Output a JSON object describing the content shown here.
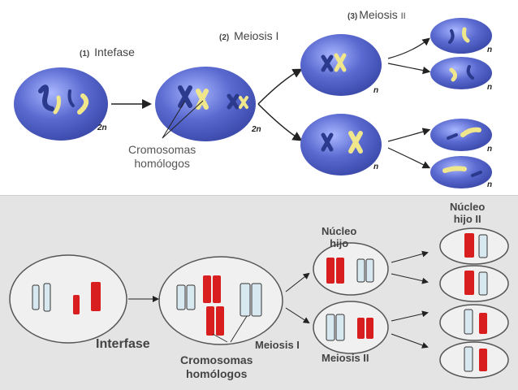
{
  "top": {
    "step1_num": "(1)",
    "step1_label": "Intefase",
    "step2_num": "(2)",
    "step2_label": "Meiosis I",
    "step3_num": "(3)",
    "step3_label": "Meiosis",
    "step3_suffix": "II",
    "ploidy_2n": "2n",
    "ploidy_n": "n",
    "homologous_line1": "Cromosomas",
    "homologous_line2": "homólogos"
  },
  "bottom": {
    "interphase": "Interfase",
    "daughter_nucleus_line1": "Núcleo",
    "daughter_nucleus_line2": "hijo",
    "daughter_nucleus2_line1": "Núcleo",
    "daughter_nucleus2_line2": "hijo II",
    "meiosis1": "Meiosis I",
    "meiosis2": "Meiosis II",
    "homologous_line1": "Cromosomas",
    "homologous_line2": "homólogos"
  },
  "colors": {
    "cell_blue": "#4f5fc6",
    "chrom_dark": "#2b3a8c",
    "chrom_yellow": "#f0e68c",
    "chrom_red": "#d81e1e",
    "chrom_light": "#d8e8f0"
  }
}
